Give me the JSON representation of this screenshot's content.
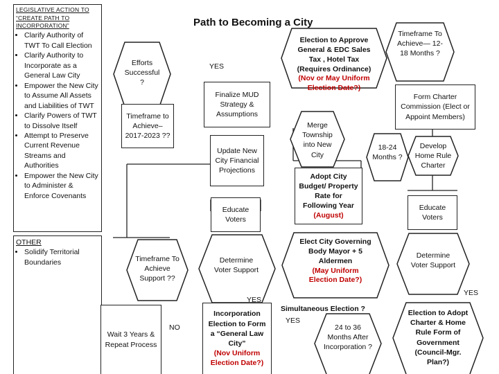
{
  "title": "Path to Becoming a City",
  "legislative": {
    "heading": "Legislative Action to “Create Path to Incorporation”",
    "items": [
      "Clarify Authority of TWT To Call Election",
      "Clarify Authority to Incorporate as a General Law City",
      "Empower the New City to Assume All Assets and Liabilities of TWT",
      "Clarify Powers of TWT to Dissolve Itself",
      "Attempt to Preserve Current Revenue Streams and Authorities",
      "Empower the New City to Administer & Enforce Covenants"
    ]
  },
  "other": {
    "heading": "OTHER",
    "items": [
      "Solidify Territorial Boundaries"
    ]
  },
  "col2": {
    "efforts": "Efforts Successful ?",
    "timeframe1": "Timeframe to Achieve– 2017-2023 ??",
    "timeframe2": "Timeframe To Achieve Support ??",
    "wait": "Wait 3 Years & Repeat Process",
    "no": "NO"
  },
  "col3": {
    "yes_top": "YES",
    "finalize": "Finalize MUD Strategy & Assumptions",
    "update": "Update New City Financial Projections",
    "educate": "Educate Voters",
    "determine": "Determine Voter Support",
    "yes_bottom": "YES",
    "incorp_black": "Incorporation Election to Form a “General Law City”",
    "incorp_red": "(Nov Uniform Election Date?)"
  },
  "col4": {
    "election_black": "Election to Approve General & EDC Sales Tax , Hotel Tax (Requires Ordinance)",
    "election_red": "(Nov or May Uniform Election Date?)",
    "merge": "Merge Township into New City",
    "budget_black": "Adopt City Budget/ Property Rate for Following Year",
    "budget_red": "(August)",
    "elect_black": "Elect City Governing Body Mayor + 5 Aldermen",
    "elect_red": "(May Uniform Election Date?)",
    "simultaneous": "Simultaneous Election ?",
    "yes": "YES",
    "months_box": "24 to 36 Months After Incorporation ?"
  },
  "col5": {
    "timeframe": "Timeframe To Achieve— 12-18 Months ?",
    "months": "18-24 Months ?",
    "charter_commission": "Form Charter Commission (Elect or Appoint Members)",
    "develop": "Develop Home Rule Charter",
    "educate": "Educate Voters",
    "determine": "Determine Voter Support",
    "yes": "YES",
    "adopt": "Election to Adopt Charter & Home Rule Form of Government (Council-Mgr. Plan?)"
  }
}
